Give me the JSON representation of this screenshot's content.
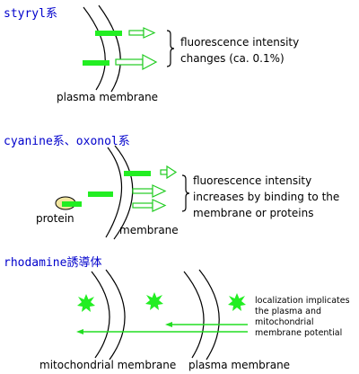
{
  "sections": {
    "styryl": {
      "header": "styryl系",
      "text_line1": "fluorescence intensity",
      "text_line2": "changes (ca. 0.1%)",
      "membrane_label": "plasma membrane"
    },
    "cyanine": {
      "header": "cyanine系、oxonol系",
      "text_line1": "fluorescence intensity",
      "text_line2": "increases by binding to the",
      "text_line3": "membrane or proteins",
      "protein_label": "protein",
      "membrane_label": "membrane"
    },
    "rhodamine": {
      "header": "rhodamine誘導体",
      "text_line1": "localization implicates",
      "text_line2": "the plasma and",
      "text_line3": "mitochondrial",
      "text_line4": "membrane potential",
      "mito_label": "mitochondrial membrane",
      "plasma_label": "plasma membrane"
    }
  },
  "colors": {
    "dye": "#22ee22",
    "header": "#0000cc",
    "protein": "#f2e6a0"
  }
}
